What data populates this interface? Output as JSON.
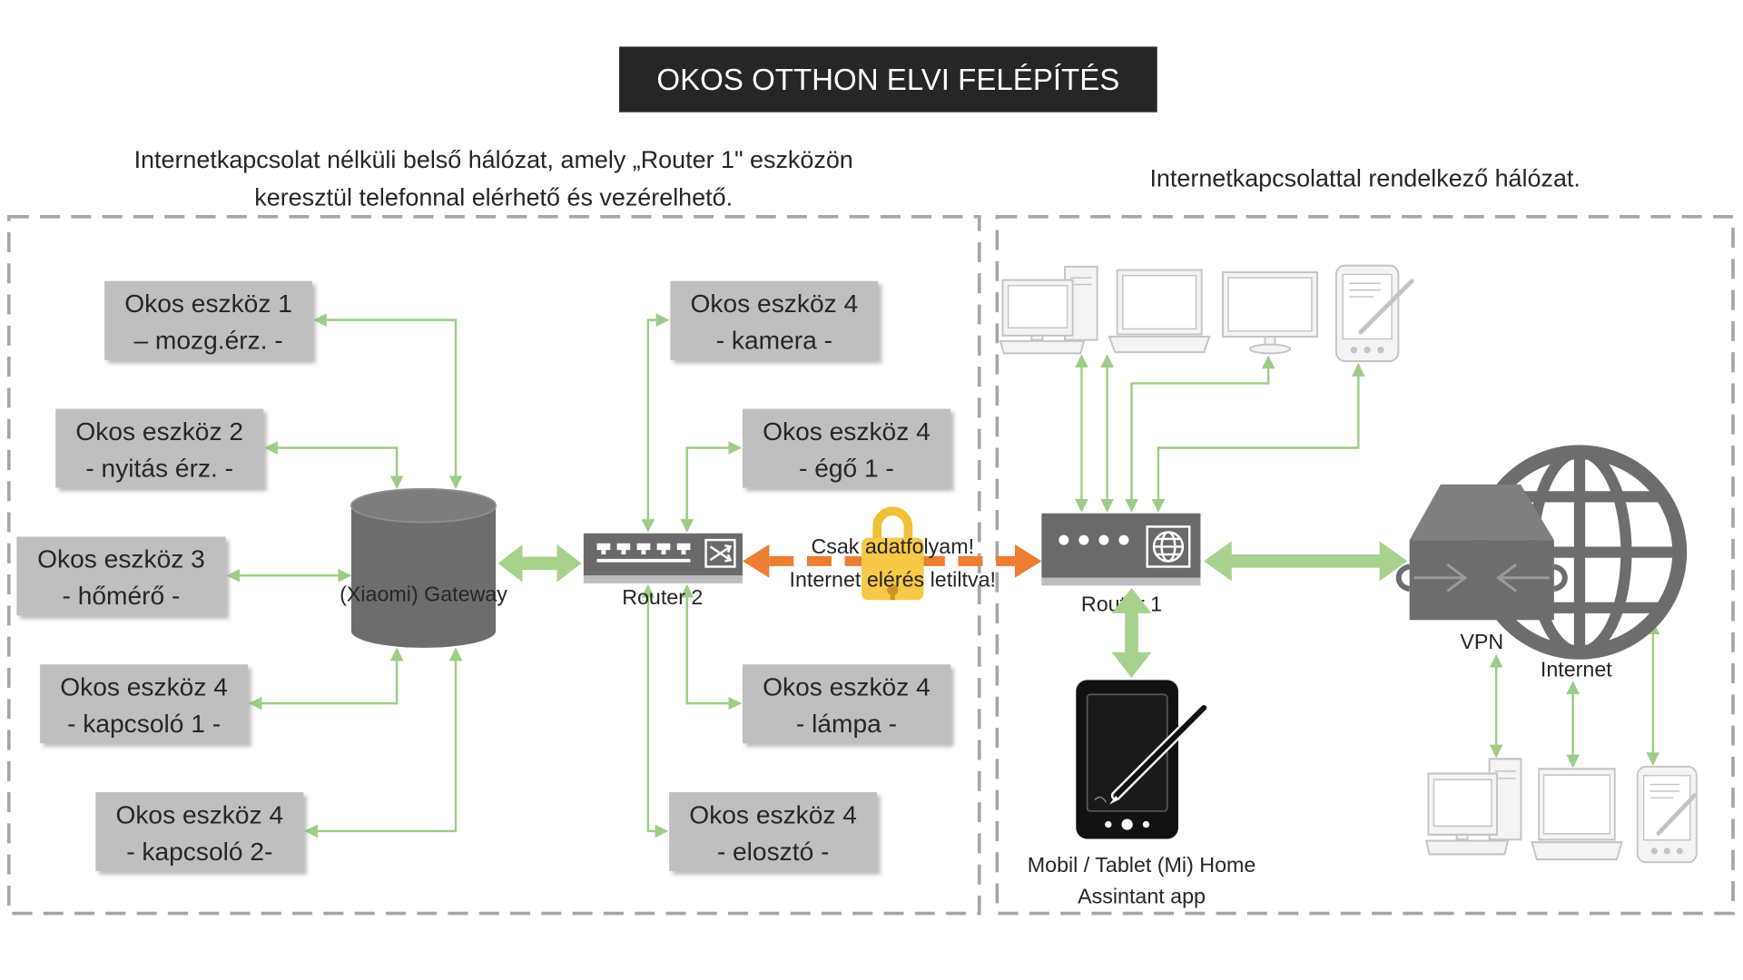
{
  "title": "OKOS OTTHON ELVI FELÉPÍTÉS",
  "left_zone": {
    "caption": [
      "Internetkapcsolat nélküli belső hálózat, amely „Router 1\" eszközön",
      "keresztül telefonnal elérhető és vezérelhető."
    ]
  },
  "right_zone": {
    "caption": "Internetkapcsolattal rendelkező hálózat."
  },
  "devices": [
    {
      "name": "Okos eszköz 1",
      "role": "– mozg.érz. -"
    },
    {
      "name": "Okos eszköz 2",
      "role": "- nyitás érz. -"
    },
    {
      "name": "Okos eszköz 3",
      "role": "- hőmérő -"
    },
    {
      "name": "Okos eszköz 4",
      "role": "- kapcsoló 1 -"
    },
    {
      "name": "Okos eszköz 4",
      "role": "- kapcsoló 2-"
    },
    {
      "name": "Okos eszköz 4",
      "role": "- kamera -"
    },
    {
      "name": "Okos eszköz 4",
      "role": "- égő 1 -"
    },
    {
      "name": "Okos eszköz 4",
      "role": "- lámpa -"
    },
    {
      "name": "Okos eszköz 4",
      "role": "- elosztó -"
    }
  ],
  "gateway": {
    "label": "(Xiaomi) Gateway",
    "icon": "database-cylinder-icon"
  },
  "router2": {
    "label": "Router 2",
    "icon": "network-switch-icon"
  },
  "firewall": {
    "line1": "Csak adatfolyam!",
    "line2": "Internet elérés letiltva!",
    "icon": "padlock-icon"
  },
  "router1": {
    "label": "Router 1",
    "icon": "router-globe-icon"
  },
  "vpn": {
    "label": "VPN",
    "icon": "vpn-server-icon"
  },
  "internet": {
    "label": "Internet",
    "icon": "globe-icon"
  },
  "mobile": {
    "label": [
      "Mobil / Tablet (Mi) Home",
      "Assintant app"
    ],
    "icon": "tablet-pen-icon"
  },
  "clients_icons": [
    "desktop-computer-icon",
    "laptop-icon",
    "monitor-icon",
    "pda-icon"
  ],
  "colors": {
    "box_fill": "#bfbfbf",
    "connector": "#9dcc87",
    "connector_thick": "#a9d18e",
    "blocked_link": "#ed7d31",
    "title_bg": "#262626",
    "lock": "#f7c948",
    "device_gray": "#6d6d6d"
  }
}
